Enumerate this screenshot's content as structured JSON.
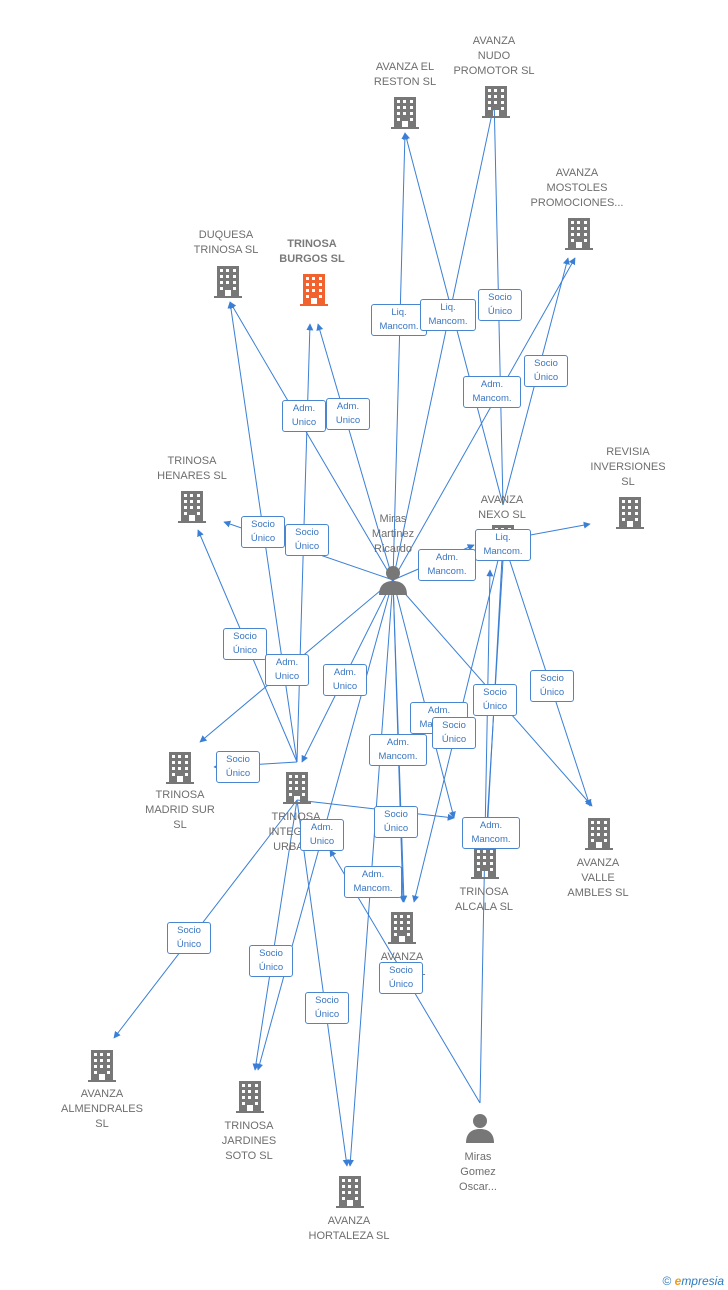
{
  "nodes": {
    "avanza_el_reston": {
      "label": "AVANZA EL\nRESTON  SL",
      "type": "company"
    },
    "avanza_nudo": {
      "label": "AVANZA\nNUDO\nPROMOTOR  SL",
      "type": "company"
    },
    "avanza_mostoles": {
      "label": "AVANZA\nMOSTOLES\nPROMOCIONES...",
      "type": "company"
    },
    "duquesa_trinosa": {
      "label": "DUQUESA\nTRINOSA  SL",
      "type": "company"
    },
    "trinosa_burgos": {
      "label": "TRINOSA\nBURGOS  SL",
      "type": "company-highlight"
    },
    "trinosa_henares": {
      "label": "TRINOSA\nHENARES  SL",
      "type": "company"
    },
    "revisia": {
      "label": "REVISIA\nINVERSIONES\nSL",
      "type": "company"
    },
    "avanza_nexo": {
      "label": "AVANZA\nNEXO  SL",
      "type": "company"
    },
    "miras_ricardo": {
      "label": "Miras\nMartinez\nRicardo",
      "type": "person"
    },
    "trinosa_madrid_sur": {
      "label": "TRINOSA\nMADRID SUR\nSL",
      "type": "company"
    },
    "trinosa_integral": {
      "label": "TRINOSA\nINTEGRAL\nURBANA",
      "type": "company"
    },
    "avanza_valle": {
      "label": "AVANZA\nVALLE\nAMBLES  SL",
      "type": "company"
    },
    "trinosa_alcala": {
      "label": "TRINOSA\nALCALA  SL",
      "type": "company"
    },
    "avanza_tol": {
      "label": "AVANZA\nTOL...  SL",
      "type": "company"
    },
    "avanza_almendrales": {
      "label": "AVANZA\nALMENDRALES\nSL",
      "type": "company"
    },
    "trinosa_jardines": {
      "label": "TRINOSA\nJARDINES\nSOTO  SL",
      "type": "company"
    },
    "avanza_hortaleza": {
      "label": "AVANZA\nHORTALEZA  SL",
      "type": "company"
    },
    "miras_oscar": {
      "label": "Miras\nGomez\nOscar...",
      "type": "person"
    }
  },
  "edge_labels": {
    "liq_mancom": "Liq.\nMancom.",
    "adm_mancom": "Adm.\nMancom.",
    "adm_unico": "Adm.\nUnico",
    "socio_unico": "Socio\nÚnico"
  },
  "colors": {
    "edge": "#3a7fd5",
    "icon": "#777777",
    "highlight": "#f2622e"
  },
  "footer": {
    "copyright": "©",
    "brand_e": "e",
    "brand_rest": "mpresia"
  }
}
